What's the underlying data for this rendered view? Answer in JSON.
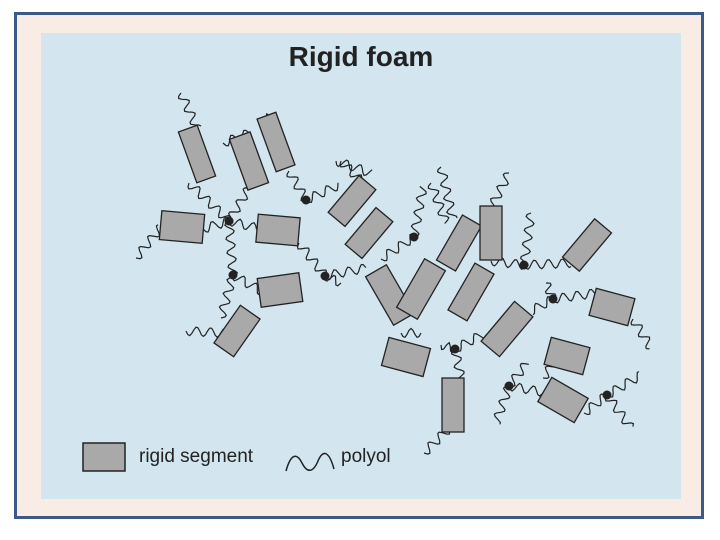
{
  "figure": {
    "title": "Rigid foam",
    "legend": {
      "rigid_segment_label": "rigid segment",
      "polyol_label": "polyol"
    }
  },
  "colors": {
    "frame_border": "#3b5a87",
    "frame_background": "#f8ece4",
    "panel_background": "#d3e6ef",
    "segment_fill": "#a9a9a9",
    "ink": "#222222"
  },
  "icons": {
    "polyol": "wavy-line",
    "crosslink": "filled-dot"
  }
}
